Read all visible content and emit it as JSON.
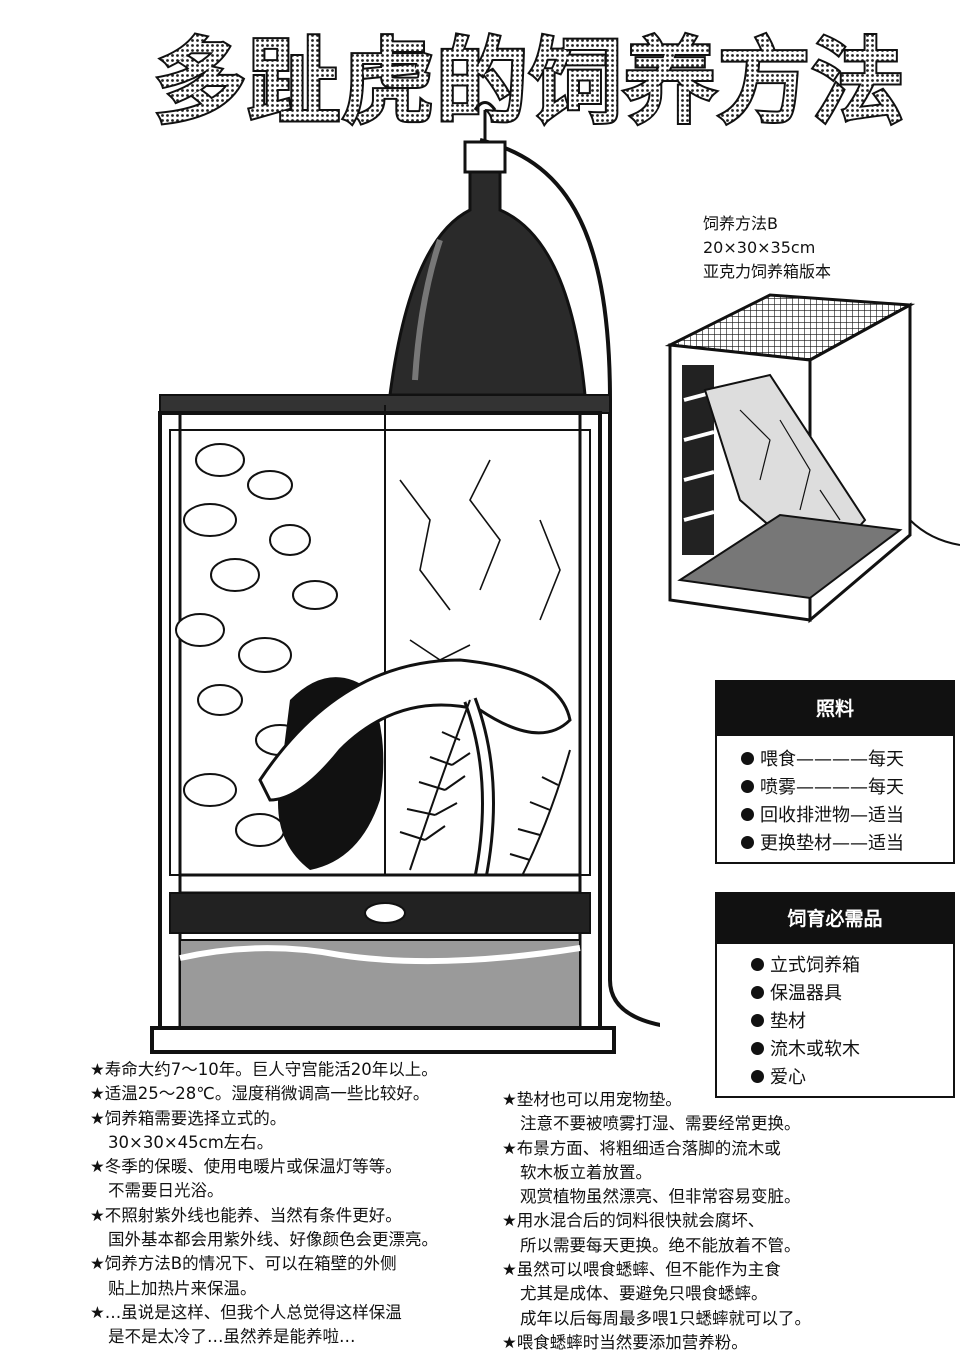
{
  "title": "多趾虎的饲养方法",
  "method_caption": [
    "饲养方法B",
    "20×30×35cm",
    "亚克力饲养箱版本"
  ],
  "care": {
    "header": "照料",
    "items": [
      "喂食————每天",
      "喷雾————每天",
      "回收排泄物—适当",
      "更换垫材——适当"
    ]
  },
  "needs": {
    "header": "饲育必需品",
    "items": [
      "立式饲养箱",
      "保温器具",
      "垫材",
      "流木或软木",
      "爱心"
    ]
  },
  "notes_left": [
    "★寿命大约7～10年。巨人守宫能活20年以上。",
    "★适温25～28℃。湿度稍微调高一些比较好。",
    "★饲养箱需要选择立式的。",
    "30×30×45cm左右。",
    "★冬季的保暖、使用电暖片或保温灯等等。",
    "不需要日光浴。",
    "★不照射紫外线也能养、当然有条件更好。",
    "国外基本都会用紫外线、好像颜色会更漂亮。",
    "★饲养方法B的情况下、可以在箱壁的外侧",
    "贴上加热片来保温。",
    "★…虽说是这样、但我个人总觉得这样保温",
    "是不是太冷了…虽然养是能养啦…"
  ],
  "notes_right": [
    "★垫材也可以用宠物垫。",
    "注意不要被喷雾打湿、需要经常更换。",
    "★布景方面、将粗细适合落脚的流木或",
    "软木板立着放置。",
    "观赏植物虽然漂亮、但非常容易变脏。",
    "★用水混合后的饲料很快就会腐坏、",
    "所以需要每天更换。绝不能放着不管。",
    "★虽然可以喂食蟋蟀、但不能作为主食",
    "尤其是成体、要避免只喂食蟋蟀。",
    "成年以后每周最多喂1只蟋蟀就可以了。",
    "★喂食蟋蟀时当然要添加营养粉。"
  ],
  "colors": {
    "ink": "#111111",
    "screentone": "#555555",
    "paper": "#ffffff"
  }
}
